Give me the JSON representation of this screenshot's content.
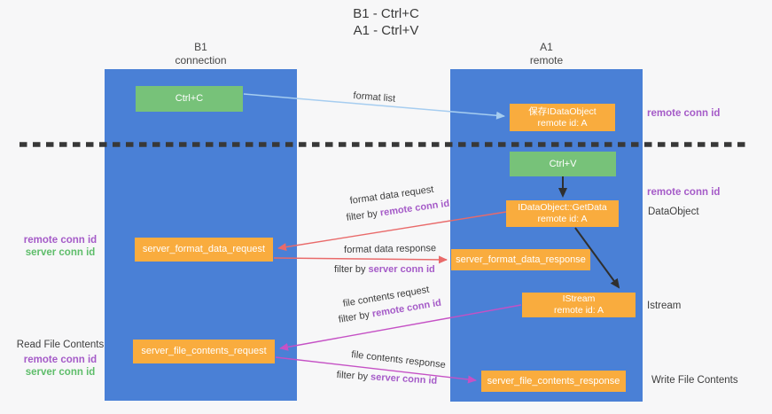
{
  "title": {
    "line1": "B1 - Ctrl+C",
    "line2": "A1 - Ctrl+V"
  },
  "lifelines": {
    "left": {
      "name": "B1",
      "role": "connection"
    },
    "right": {
      "name": "A1",
      "role": "remote"
    }
  },
  "boxes": {
    "ctrl_c": {
      "label": "Ctrl+C"
    },
    "ctrl_v": {
      "label": "Ctrl+V"
    },
    "save_idataobject": {
      "line1": "保存IDataObject",
      "line2": "remote id: A"
    },
    "getdata": {
      "line1": "IDataObject::GetData",
      "line2": "remote id: A"
    },
    "istream": {
      "line1": "IStream",
      "line2": "remote id: A"
    },
    "format_request": {
      "label": "server_format_data_request"
    },
    "format_response": {
      "label": "server_format_data_response"
    },
    "file_request": {
      "label": "server_file_contents_request"
    },
    "file_response": {
      "label": "server_file_contents_response"
    }
  },
  "terms": {
    "filter_by": "filter by",
    "remote_conn_id": "remote conn id",
    "server_conn_id": "server conn id"
  },
  "arrow_labels": {
    "format_list": "format list",
    "format_data_request": "format data request",
    "format_data_response": "format data response",
    "file_contents_request": "file contents request",
    "file_contents_response": "file contents response"
  },
  "side_labels": {
    "read_file_contents": "Read File Contents",
    "dataobject": "DataObject",
    "istream": "Istream",
    "write_file_contents": "Write File Contents"
  },
  "colors": {
    "lifeline_blue": "#4a80d6",
    "box_green": "#77c279",
    "box_orange": "#f9ac3e",
    "arrow_red": "#e96a6a",
    "arrow_magenta": "#c551c5",
    "arrow_blue": "#a6cdf0",
    "arrow_black": "#2f2f2f",
    "label_purple": "#a55bc8",
    "label_green": "#5ebd6a",
    "separator_dark": "#383838"
  }
}
